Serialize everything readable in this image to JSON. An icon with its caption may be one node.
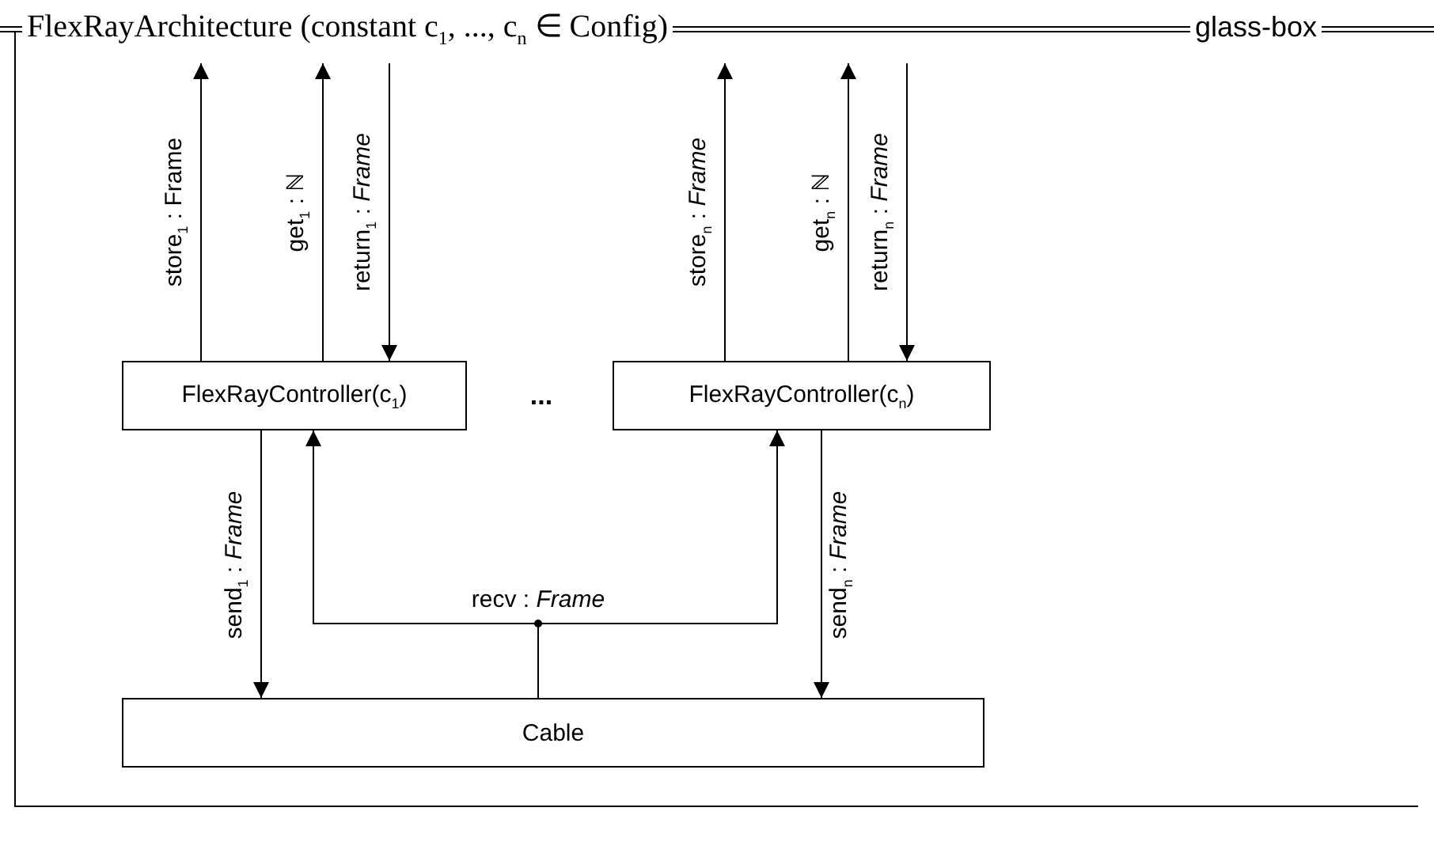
{
  "diagram": {
    "nodes": [
      {
        "text": [
          "FlexRayArchitecture (constant c$_{1}$, ..., c$_{n}$ ∈ Config)",
          "glass-box"
        ]
      },
      {
        "text": [
          "FlexRayController(c$_{1}$)"
        ],
        "in": 0
      },
      {
        "text": [
          "FlexRayController(c$_{n}$)"
        ],
        "in": 0
      },
      {
        "text": [
          "Cable"
        ],
        "in": 0
      }
    ],
    "edges": [
      {
        "from": 1,
        "to": null,
        "arrow": "to",
        "label": "store$_{1}$ : Frame"
      },
      {
        "from": 1,
        "to": null,
        "arrow": "to",
        "label": "get$_{1}$ : ℕ"
      },
      {
        "from": null,
        "to": 1,
        "arrow": "to",
        "label": "return$_{1}$ : *Frame*"
      },
      {
        "from": 2,
        "to": null,
        "arrow": "to",
        "label": "store$_{n}$ : *Frame*"
      },
      {
        "from": 2,
        "to": null,
        "arrow": "to",
        "label": "get$_{n}$ : ℕ"
      },
      {
        "from": null,
        "to": 2,
        "arrow": "to",
        "label": "return$_{n}$ : *Frame*"
      },
      {
        "from": 1,
        "to": 3,
        "arrow": "to",
        "label": "send$_{1}$ : *Frame*"
      },
      {
        "from": 2,
        "to": 3,
        "arrow": "to",
        "label": "send$_{n}$ : *Frame*"
      },
      {
        "from": 3,
        "to": 1,
        "arrow": "to",
        "label": "recv : *Frame*"
      },
      {
        "from": 3,
        "to": 2,
        "arrow": "to"
      }
    ],
    "labels": [
      "..."
    ]
  }
}
